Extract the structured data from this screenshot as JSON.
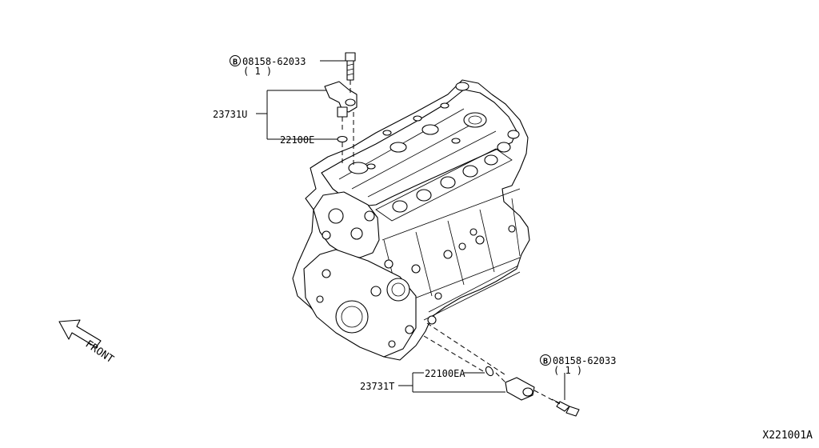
{
  "callouts": {
    "bolt_top": {
      "badge": "B",
      "part_no": "08158-62033",
      "qty": "( 1 )"
    },
    "bolt_bottom": {
      "badge": "B",
      "part_no": "08158-62033",
      "qty": "( 1 )"
    },
    "cam_sensor": "23731U",
    "cam_oring": "22100E",
    "crank_sensor": "23731T",
    "crank_oring": "22100EA"
  },
  "front_label": "FRONT",
  "figure_ref": "X221001A"
}
